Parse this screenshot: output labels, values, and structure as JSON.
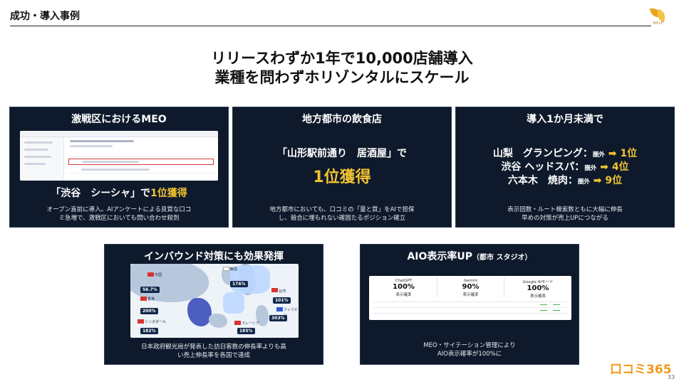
{
  "header": {
    "title": "成功・導入事例",
    "logo_text": "NELP"
  },
  "headline": {
    "line1": "リリースわずか1年で10,000店舗導入",
    "line2": "業種を問わずホリゾンタルにスケール"
  },
  "cards": [
    {
      "title": "激戦区におけるMEO",
      "big_prefix": "「渋谷　シーシャ」で",
      "big_highlight": "1位獲得",
      "desc_line1": "オープン直前に導入。AIアンケートによる良質な口コ",
      "desc_line2": "ミ急増で、激戦区においても問い合わせ殺到"
    },
    {
      "title": "地方都市の飲食店",
      "line1": "「山形駅前通り　居酒屋」で",
      "line2": "1位獲得",
      "desc_line1": "地方都市においても、口コミの「量と質」をAIで担保",
      "desc_line2": "し、競合に埋もれない確固たるポジション確立"
    },
    {
      "title": "導入1か月未満で",
      "ranks": [
        {
          "label": "山梨　グランピング：",
          "from": "圏外",
          "arrow": "➡",
          "to": "1位"
        },
        {
          "label": "渋谷 ヘッドスパ：",
          "from": "圏外",
          "arrow": "➡",
          "to": "4位"
        },
        {
          "label": "六本木　焼肉：",
          "from": "圏外",
          "arrow": "➡",
          "to": "9位"
        }
      ],
      "desc_line1": "表示回数・ルート検索数ともに大幅に伸長",
      "desc_line2": "早めの対策が売上UPにつながる"
    },
    {
      "title": "インバウンド対策にも効果発揮",
      "map_tags": [
        "176%",
        "56.7%",
        "101%",
        "200%",
        "185%",
        "303%",
        "182%"
      ],
      "map_labels": [
        "中国",
        "韓国",
        "台湾",
        "香港",
        "フィリピン",
        "シンガポール",
        "マレーシア"
      ],
      "desc_line1": "日本政府観光局が発表した訪日客数の伸長率よりも高",
      "desc_line2": "い売上伸長率を各国で達成"
    },
    {
      "title": "AIO表示率UP",
      "title_suffix": "（都市 スタジオ）",
      "metrics": [
        {
          "name": "ChatGPT",
          "value": "100%",
          "label": "表示確率"
        },
        {
          "name": "Gemini",
          "value": "90%",
          "label": "表示確率"
        },
        {
          "name": "Google AIモード",
          "value": "100%",
          "label": "表示確率"
        }
      ],
      "desc_line1": "MEO・サイテーション管理により",
      "desc_line2": "AIO表示確率が100%に"
    }
  ],
  "footer": {
    "logo": "口コミ365",
    "page": "33"
  },
  "colors": {
    "card_bg": "#0e1a2b",
    "highlight": "#f2c230",
    "logo": "#f29a1b"
  }
}
